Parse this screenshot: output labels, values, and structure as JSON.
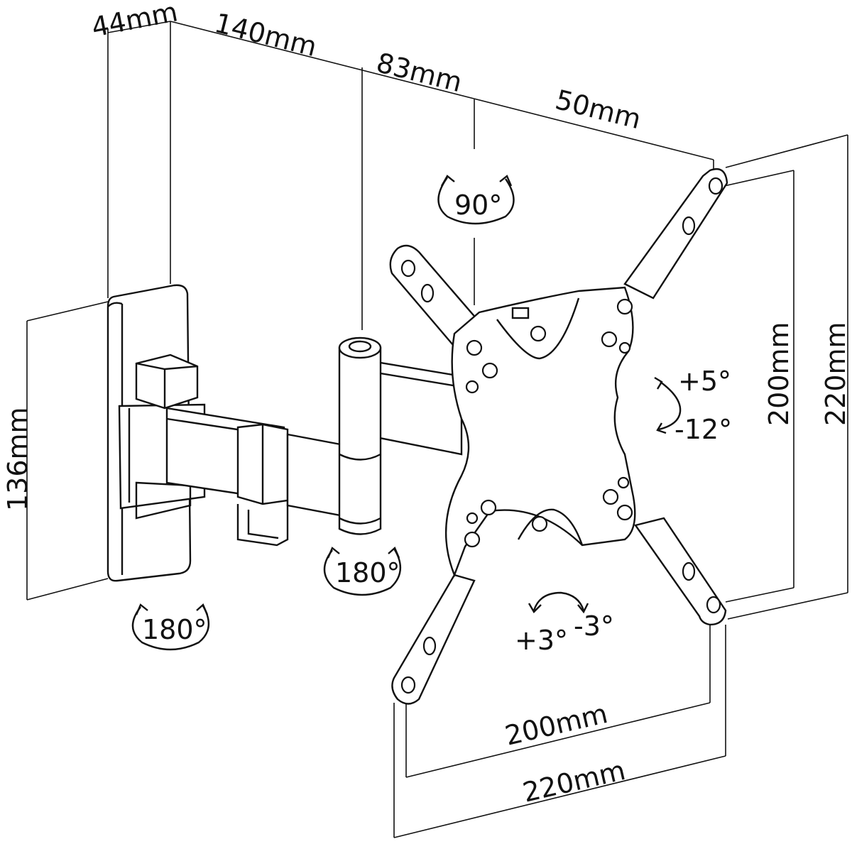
{
  "dimensions": {
    "wall_plate_depth": "44mm",
    "arm_1_length": "140mm",
    "arm_2_length": "83mm",
    "head_offset": "50mm",
    "wall_plate_height": "136mm",
    "vesa_vertical_inner": "200mm",
    "vesa_vertical_outer": "220mm",
    "vesa_horizontal_inner": "200mm",
    "vesa_horizontal_outer": "220mm"
  },
  "rotations": {
    "plate_swivel": "180°",
    "arm_swivel": "180°",
    "head_rotation": "90°",
    "tilt_up": "+5°",
    "tilt_down": "-12°",
    "level_plus": "+3°",
    "level_minus": "-3°"
  }
}
